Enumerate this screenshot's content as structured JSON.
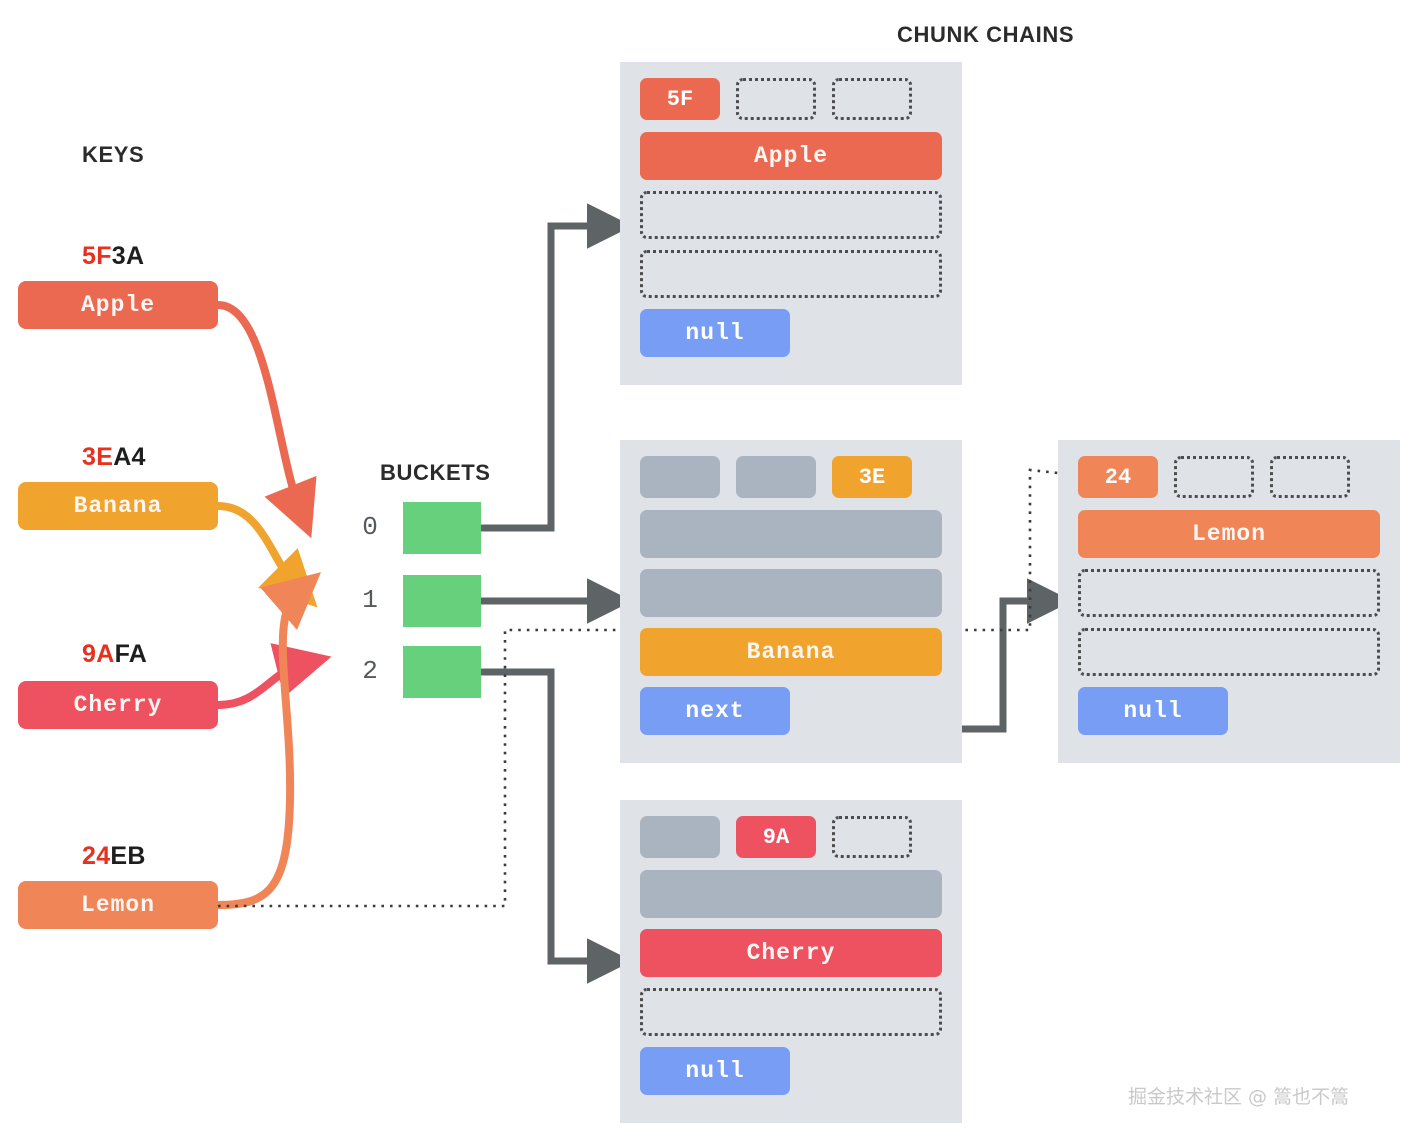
{
  "headings": {
    "keys": "KEYS",
    "buckets": "BUCKETS",
    "chunks": "CHUNK CHAINS"
  },
  "colors": {
    "apple": "#ec6951",
    "banana": "#f0a42e",
    "cherry": "#ee5160",
    "lemon": "#f08558",
    "bucket_green": "#66d07d",
    "pointer_blue": "#789df5",
    "chunk_bg": "#dfe3e8",
    "occupied_gray": "#aab4c0",
    "arrow_gray": "#5e6366",
    "hash_highlight": "#e8301f"
  },
  "keys": [
    {
      "hash_prefix": "5F",
      "hash_rest": "3A",
      "label": "Apple",
      "color": "#ec6951",
      "bucket": "0"
    },
    {
      "hash_prefix": "3E",
      "hash_rest": "A4",
      "label": "Banana",
      "color": "#f0a42e",
      "bucket": "1"
    },
    {
      "hash_prefix": "9A",
      "hash_rest": "FA",
      "label": "Cherry",
      "color": "#ee5160",
      "bucket": "2"
    },
    {
      "hash_prefix": "24",
      "hash_rest": "EB",
      "label": "Lemon",
      "color": "#f08558",
      "bucket": "1"
    }
  ],
  "buckets": [
    {
      "index": "0"
    },
    {
      "index": "1"
    },
    {
      "index": "2"
    }
  ],
  "chunks": [
    {
      "id": "chunk-apple",
      "tags": [
        {
          "text": "5F",
          "state": "tagged",
          "color": "#ec6951"
        },
        {
          "text": "",
          "state": "empty",
          "color": ""
        },
        {
          "text": "",
          "state": "empty",
          "color": ""
        }
      ],
      "slots": [
        {
          "text": "Apple",
          "state": "value",
          "color": "#ec6951"
        },
        {
          "text": "",
          "state": "empty",
          "color": ""
        },
        {
          "text": "",
          "state": "empty",
          "color": ""
        }
      ],
      "pointer": "null"
    },
    {
      "id": "chunk-banana",
      "tags": [
        {
          "text": "",
          "state": "occupied",
          "color": ""
        },
        {
          "text": "",
          "state": "occupied",
          "color": ""
        },
        {
          "text": "3E",
          "state": "tagged",
          "color": "#f0a42e"
        }
      ],
      "slots": [
        {
          "text": "",
          "state": "occupied",
          "color": ""
        },
        {
          "text": "",
          "state": "occupied",
          "color": ""
        },
        {
          "text": "Banana",
          "state": "value",
          "color": "#f0a42e"
        }
      ],
      "pointer": "next"
    },
    {
      "id": "chunk-lemon",
      "tags": [
        {
          "text": "24",
          "state": "tagged",
          "color": "#f08558"
        },
        {
          "text": "",
          "state": "empty",
          "color": ""
        },
        {
          "text": "",
          "state": "empty",
          "color": ""
        }
      ],
      "slots": [
        {
          "text": "Lemon",
          "state": "value",
          "color": "#f08558"
        },
        {
          "text": "",
          "state": "empty",
          "color": ""
        },
        {
          "text": "",
          "state": "empty",
          "color": ""
        }
      ],
      "pointer": "null"
    },
    {
      "id": "chunk-cherry",
      "tags": [
        {
          "text": "",
          "state": "occupied",
          "color": ""
        },
        {
          "text": "9A",
          "state": "tagged",
          "color": "#ee5160"
        },
        {
          "text": "",
          "state": "empty",
          "color": ""
        }
      ],
      "slots": [
        {
          "text": "",
          "state": "occupied",
          "color": ""
        },
        {
          "text": "Cherry",
          "state": "value",
          "color": "#ee5160"
        },
        {
          "text": "",
          "state": "empty",
          "color": ""
        }
      ],
      "pointer": "null"
    }
  ],
  "watermark": "掘金技术社区 @ 篙也不篙"
}
